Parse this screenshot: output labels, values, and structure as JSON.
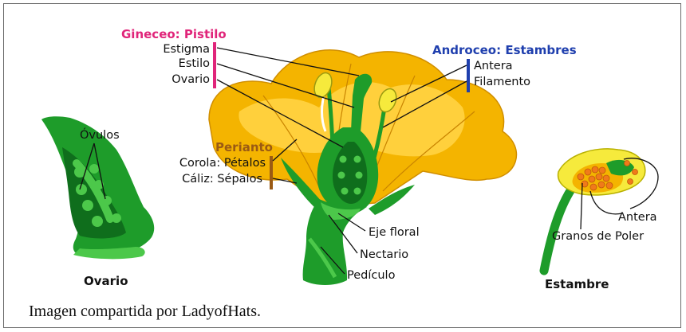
{
  "colors": {
    "gyn": "#e0257a",
    "andro": "#1f3fae",
    "perianth": "#9a5a14",
    "petal": "#f4b400",
    "petal_light": "#ffd03c",
    "green": "#1e9c2a",
    "green_dark": "#0f6e1c",
    "green_light": "#4cc84a",
    "anther": "#f6ea3c"
  },
  "labels": {
    "gyneceum_title": "Gineceo: Pistilo",
    "stigma": "Estigma",
    "style": "Estilo",
    "ovary": "Ovario",
    "androecium_title": "Androceo: Estambres",
    "anther": "Antera",
    "filament": "Filamento",
    "perianth_title": "Perianto",
    "corolla": "Corola: Pétalos",
    "calyx": "Cáliz: Sépalos",
    "floral_axis": "Eje floral",
    "nectary": "Nectario",
    "pedicel": "Pedículo",
    "ovules": "Óvulos",
    "ovary_caption": "Ovario",
    "stamen_anther": "Antera",
    "pollen": "Granos de Poler",
    "stamen_caption": "Estambre"
  },
  "caption": "Imagen compartida por LadyofHats."
}
